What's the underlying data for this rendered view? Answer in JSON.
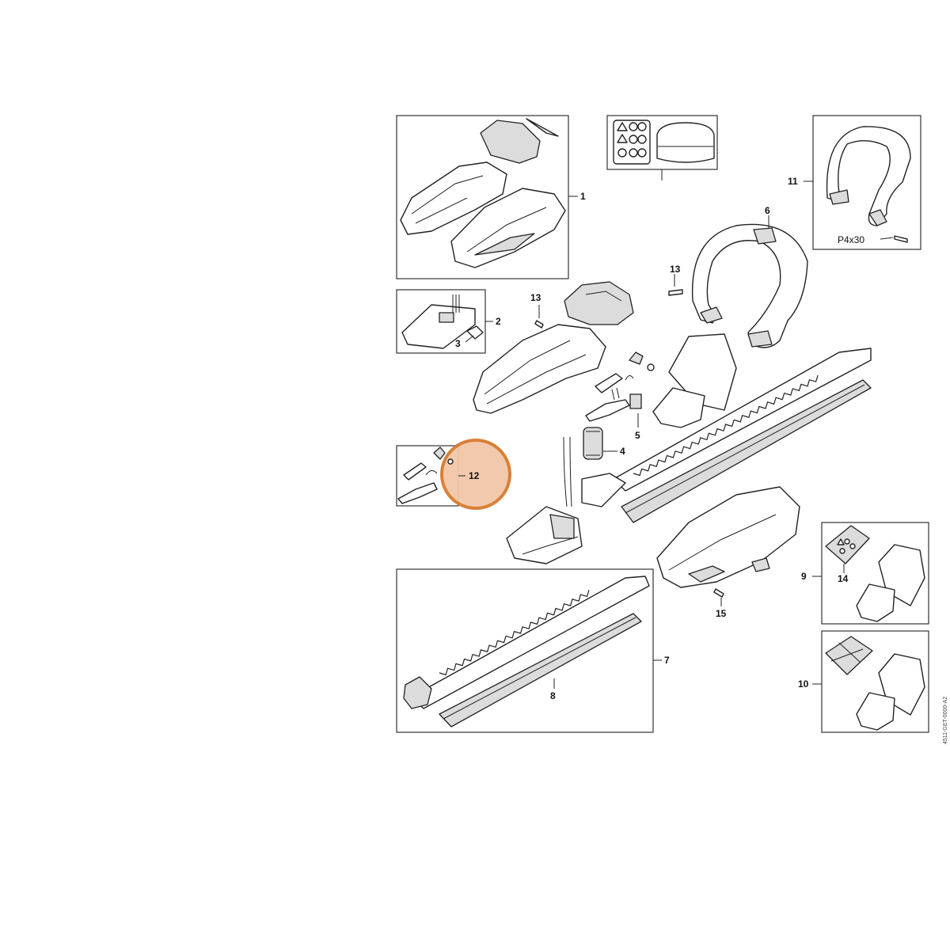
{
  "callouts": {
    "c1": "1",
    "c2": "2",
    "c3": "3",
    "c4": "4",
    "c5": "5",
    "c6": "6",
    "c7": "7",
    "c8": "8",
    "c9": "9",
    "c10": "10",
    "c11": "11",
    "c12": "12",
    "c13a": "13",
    "c13b": "13",
    "c14": "14",
    "c15": "15"
  },
  "screw_label": "P4x30",
  "drawing_code": "4511-GET-0000-A2",
  "highlight": {
    "callout": "12",
    "color": "#f2c7a8",
    "border_color": "#d77a2e"
  }
}
